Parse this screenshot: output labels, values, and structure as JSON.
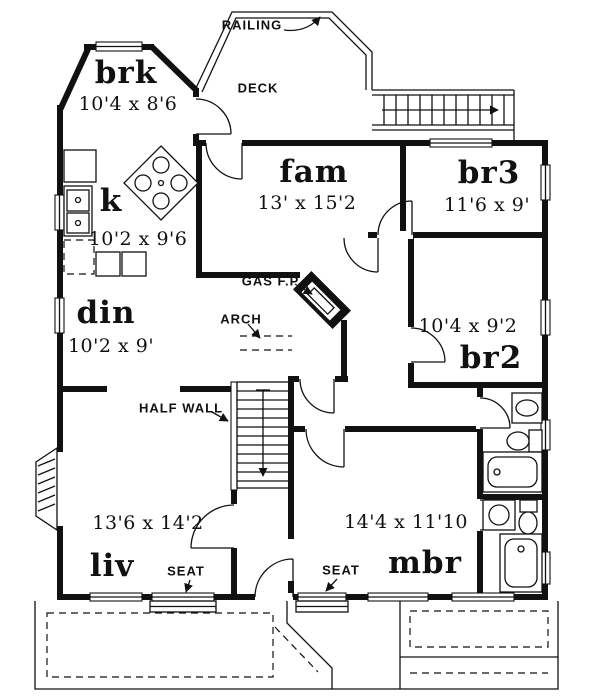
{
  "drawing": {
    "kind": "house first floor plan",
    "colors": {
      "ink": "#111111",
      "paper": "#ffffff"
    }
  },
  "rooms": {
    "breakfast": {
      "abbr": "brk",
      "dims": "10'4 x 8'6"
    },
    "kitchen": {
      "abbr": "k",
      "dims": "10'2 x 9'6"
    },
    "family": {
      "abbr": "fam",
      "dims": "13' x 15'2"
    },
    "bedroom3": {
      "abbr": "br3",
      "dims": "11'6 x 9'"
    },
    "dining": {
      "abbr": "din",
      "dims": "10'2 x 9'"
    },
    "bedroom2": {
      "abbr": "br2",
      "dims": "10'4 x 9'2"
    },
    "living": {
      "abbr": "liv",
      "dims": "13'6 x 14'2"
    },
    "master": {
      "abbr": "mbr",
      "dims": "14'4 x 11'10"
    }
  },
  "annotations": {
    "railing": "RAILING",
    "deck": "DECK",
    "gas_fireplace": "GAS F.P.",
    "arch": "ARCH",
    "half_wall": "HALF WALL",
    "seat_living": "SEAT",
    "seat_master": "SEAT"
  }
}
